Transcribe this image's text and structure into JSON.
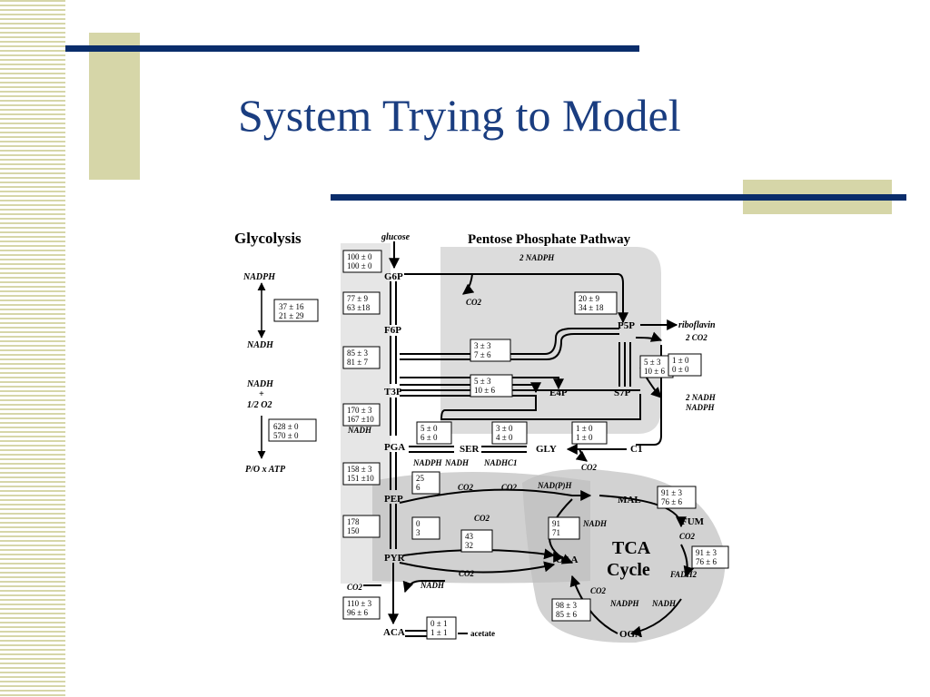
{
  "slide": {
    "title": "System Trying to Model"
  },
  "diagram": {
    "headings": {
      "glycolysis": "Glycolysis",
      "ppp": "Pentose Phosphate Pathway",
      "tca_line1": "TCA",
      "tca_line2": "Cycle"
    },
    "metabolites": {
      "glucose": "glucose",
      "g6p": "G6P",
      "f6p": "F6P",
      "t3p": "T3P",
      "pga": "PGA",
      "pep": "PEP",
      "pyr": "PYR",
      "aca": "ACA",
      "p5p": "P5P",
      "e4p": "E4P",
      "s7p": "S7P",
      "ser": "SER",
      "gly": "GLY",
      "c1": "C1",
      "mal": "MAL",
      "oaa": "OAA",
      "fum": "FUM",
      "oga": "OGA",
      "riboflavin": "riboflavin",
      "acetate": "acetate"
    },
    "cofactors": {
      "two_nadph_top": "2 NADPH",
      "co2_g6p": "CO2",
      "two_co2": "2 CO2",
      "two_nadh": "2 NADH",
      "nadph_right": "NADPH",
      "nadh_pga": "NADH",
      "nadph_ser": "NADPH",
      "nadh_ser": "NADH",
      "nadh_c1": "NADH",
      "c1_under": "C1",
      "co2_gly": "CO2",
      "co2_pep1": "CO2",
      "co2_pep2": "CO2",
      "nadph_mal": "NAD(P)H",
      "co2_mid": "CO2",
      "nadh_mal2": "NADH",
      "co2_pyr": "CO2",
      "co2_left": "CO2",
      "nadh_pyr": "NADH",
      "co2_fum": "CO2",
      "fadh": "FADH2",
      "co2_oga": "CO2",
      "nadph_oga": "NADPH",
      "nadh_oga": "NADH"
    },
    "side_panel": {
      "nadph": "NADPH",
      "nadh1": "NADH",
      "box1_l1": "37 ± 16",
      "box1_l2": "21 ± 29",
      "nadh2": "NADH",
      "plus": "+",
      "half_o2": "1/2 O2",
      "box2_l1": "628 ±  0",
      "box2_l2": "570 ±  0",
      "po_atp": "P/O x ATP"
    },
    "flux_boxes": [
      {
        "l1": "100 ±  0",
        "l2": "100 ±  0"
      },
      {
        "l1": "77 ±  9",
        "l2": "63 ±18"
      },
      {
        "l1": "85 ±  3",
        "l2": "81 ±  7"
      },
      {
        "l1": "170 ±  3",
        "l2": "167 ±10"
      },
      {
        "l1": "158 ±  3",
        "l2": "151 ±10"
      },
      {
        "l1": "178",
        "l2": "150"
      },
      {
        "l1": "110 ±  3",
        "l2": "96 ±  6"
      },
      {
        "l1": "3 ±  3",
        "l2": "7 ±  6"
      },
      {
        "l1": "5 ±  3",
        "l2": "10 ±  6"
      },
      {
        "l1": "20 ±  9",
        "l2": "34 ± 18"
      },
      {
        "l1": "5 ± 3",
        "l2": "10 ± 6"
      },
      {
        "l1": "1 ± 0",
        "l2": "0 ± 0"
      },
      {
        "l1": "5 ± 0",
        "l2": "6 ± 0"
      },
      {
        "l1": "3 ± 0",
        "l2": "4 ± 0"
      },
      {
        "l1": "1 ± 0",
        "l2": "1 ± 0"
      },
      {
        "l1": "25",
        "l2": "6"
      },
      {
        "l1": "0",
        "l2": "3"
      },
      {
        "l1": "43",
        "l2": "32"
      },
      {
        "l1": "91",
        "l2": "71"
      },
      {
        "l1": "91 ±  3",
        "l2": "76 ±  6"
      },
      {
        "l1": "91 ± 3",
        "l2": "76 ± 6"
      },
      {
        "l1": "98 ±  3",
        "l2": "85 ±  6"
      },
      {
        "l1": "0 ± 1",
        "l2": "1 ± 1"
      }
    ]
  }
}
